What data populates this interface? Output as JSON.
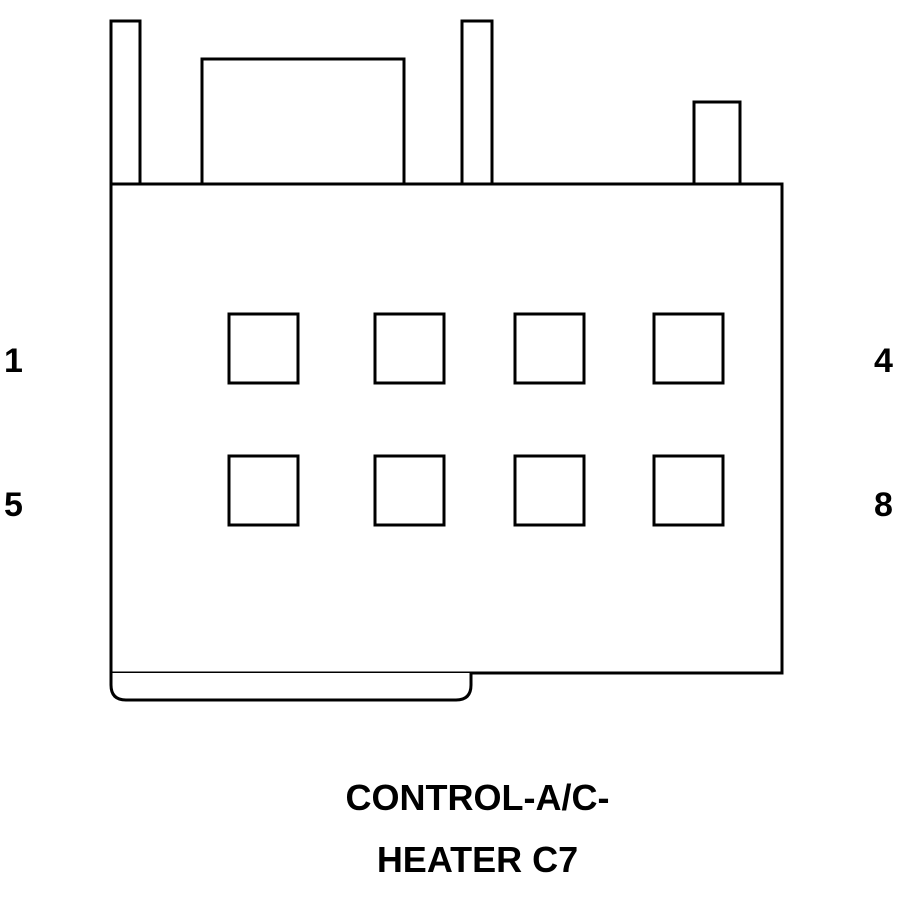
{
  "connector": {
    "pin_labels": {
      "top_left": "1",
      "top_right": "4",
      "bottom_left": "5",
      "bottom_right": "8"
    },
    "cavity_rows": 2,
    "cavity_columns": 4,
    "caption": {
      "line1": "CONTROL-A/C-",
      "line2": "HEATER C7"
    }
  },
  "colors": {
    "stroke": "#000000",
    "background": "#ffffff"
  }
}
